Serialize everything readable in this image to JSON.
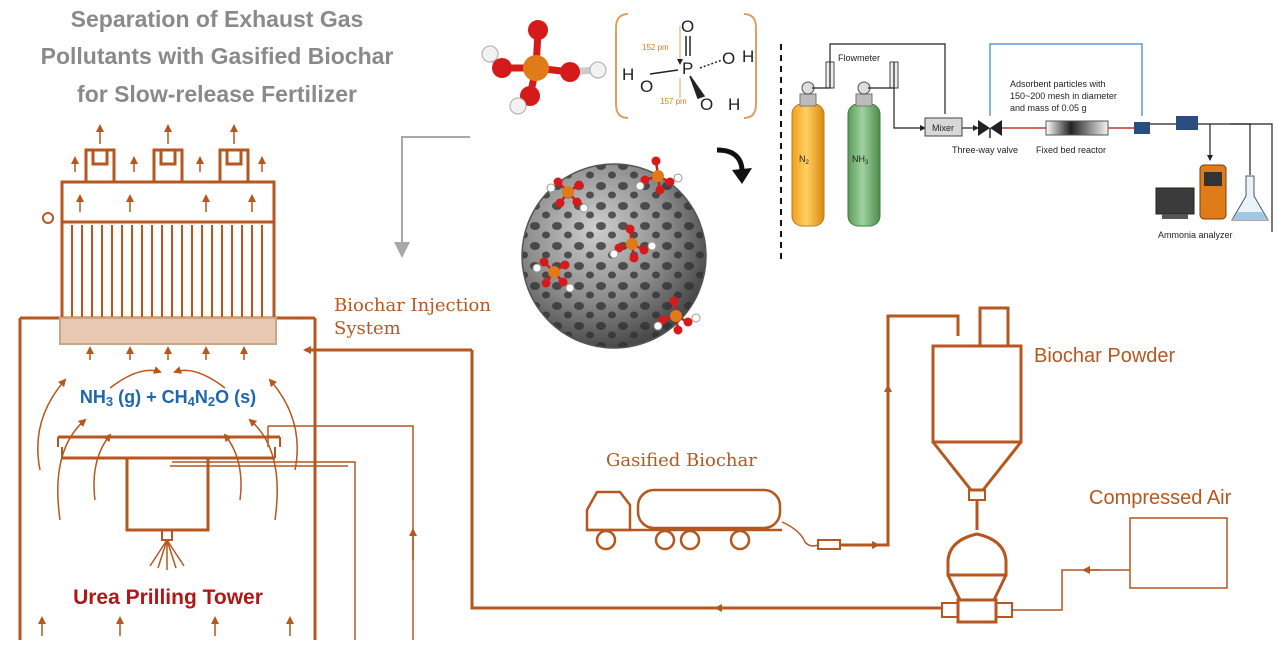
{
  "title": {
    "line1": "Separation of Exhaust Gas",
    "line2": "Pollutants with Gasified Biochar",
    "line3": "for Slow-release Fertilizer"
  },
  "labels": {
    "biochar_injection_1": "Biochar Injection",
    "biochar_injection_2": "System",
    "biochar_powder": "Biochar Powder",
    "gasified_biochar": "Gasified Biochar",
    "compressed_air": "Compressed Air",
    "tower": "Urea Prilling Tower"
  },
  "equation": {
    "nh3": "NH",
    "sub3": "3",
    "mid": " (g) + CH",
    "sub4": "4",
    "n": "N",
    "sub2": "2",
    "tail": "O (s)"
  },
  "molecule": {
    "O": "O",
    "P": "P",
    "H1": "H",
    "O1": "O",
    "O2": "O",
    "H2": "H",
    "O3": "O",
    "H3": "H",
    "bond1": "152 pm",
    "bond2": "157 pm"
  },
  "experiment": {
    "flowmeter": "Flowmeter",
    "n2": "N",
    "n2_sub": "2",
    "nh3": "NH",
    "nh3_sub": "3",
    "mixer": "Mixer",
    "adsorbent_1": "Adsorbent  particles  with",
    "adsorbent_2": "150~200 mesh in diameter",
    "adsorbent_3": "and mass of 0.05 g",
    "valve": "Three-way valve",
    "reactor": "Fixed bed reactor",
    "analyzer": "Ammonia analyzer"
  },
  "colors": {
    "process": "#b5571f",
    "title_gray": "#8a8a8a",
    "equation_blue": "#1f66b0",
    "tower_red": "#b01818",
    "phosphorus": "#e07b1a",
    "oxygen": "#d41a1a",
    "pipe_blue": "#5b9bd5"
  }
}
